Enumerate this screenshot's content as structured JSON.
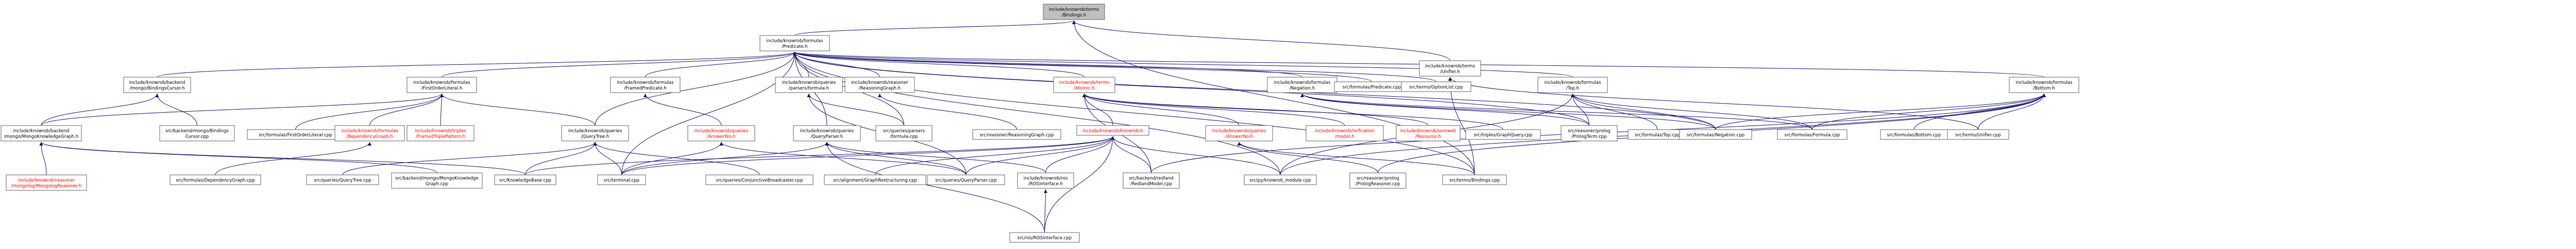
{
  "colors": {
    "root_fill": "#bfbfbf",
    "node_fill": "#ffffff",
    "border": "#666666",
    "edge": "#191970",
    "missing_text": "#ff0000",
    "normal_text": "#000000"
  },
  "nodes": [
    {
      "id": "root",
      "lines": [
        "include/knowrob/terms",
        "/Bindings.h"
      ],
      "style": "root"
    },
    {
      "id": "predicate_h",
      "lines": [
        "include/knowrob/formulas",
        "/Predicate.h"
      ]
    },
    {
      "id": "terms_unifier_h",
      "lines": [
        "include/knowrob/terms",
        "/Unifier.h"
      ]
    },
    {
      "id": "mongo_bindings_cursor_h",
      "lines": [
        "include/knowrob/backend",
        "/mongo/BindingsCursor.h"
      ]
    },
    {
      "id": "first_order_literal_h",
      "lines": [
        "include/knowrob/formulas",
        "/FirstOrderLiteral.h"
      ]
    },
    {
      "id": "framed_predicate_h",
      "lines": [
        "include/knowrob/formulas",
        "/FramedPredicate.h"
      ]
    },
    {
      "id": "parsers_formula_h",
      "lines": [
        "include/knowrob/queries",
        "/parsers/formula.h"
      ]
    },
    {
      "id": "reasoning_graph_h",
      "lines": [
        "include/knowrob/reasoner",
        "/ReasoningGraph.h"
      ]
    },
    {
      "id": "terms_atomic_h",
      "lines": [
        "include/knowrob/terms",
        "/Atomic.h"
      ],
      "style": "red"
    },
    {
      "id": "negation_h",
      "lines": [
        "include/knowrob/formulas",
        "/Negation.h"
      ]
    },
    {
      "id": "predicate_cpp",
      "lines": [
        "src/formulas/Predicate.cpp"
      ]
    },
    {
      "id": "option_list_cpp",
      "lines": [
        "src/terms/OptionList.cpp"
      ]
    },
    {
      "id": "top_h",
      "lines": [
        "include/knowrob/formulas",
        "/Top.h"
      ]
    },
    {
      "id": "bottom_h",
      "lines": [
        "include/knowrob/formulas",
        "/Bottom.h"
      ]
    },
    {
      "id": "mongo_knowledge_graph_h",
      "lines": [
        "include/knowrob/backend",
        "/mongo/MongoKnowledgeGraph.h"
      ]
    },
    {
      "id": "mongo_bindings_cursor_cpp",
      "lines": [
        "src/backend/mongo/Bindings",
        "Cursor.cpp"
      ]
    },
    {
      "id": "first_order_literal_cpp",
      "lines": [
        "src/formulas/FirstOrderLiteral.cpp"
      ]
    },
    {
      "id": "dependency_graph_h",
      "lines": [
        "include/knowrob/formulas",
        "/DependencyGraph.h"
      ],
      "style": "red"
    },
    {
      "id": "framed_triple_pattern_h",
      "lines": [
        "include/knowrob/triples",
        "/FramedTriplePattern.h"
      ],
      "style": "red"
    },
    {
      "id": "query_tree_h",
      "lines": [
        "include/knowrob/queries",
        "/QueryTree.h"
      ]
    },
    {
      "id": "answer_yes_h",
      "lines": [
        "include/knowrob/queries",
        "/AnswerYes.h"
      ],
      "style": "red"
    },
    {
      "id": "query_parser_h",
      "lines": [
        "include/knowrob/queries",
        "/QueryParser.h"
      ]
    },
    {
      "id": "queries_formula_cpp",
      "lines": [
        "src/queries/parsers",
        "/formula.cpp"
      ]
    },
    {
      "id": "reasoning_graph_cpp",
      "lines": [
        "src/reasoner/ReasoningGraph.cpp"
      ]
    },
    {
      "id": "knowrob_h",
      "lines": [
        "include/knowrob/knowrob.h"
      ],
      "style": "red"
    },
    {
      "id": "answer_no_h",
      "lines": [
        "include/knowrob/queries",
        "/AnswerNo.h"
      ],
      "style": "red"
    },
    {
      "id": "modification_model_h",
      "lines": [
        "include/knowrob/reification",
        "/model.h"
      ],
      "style": "red"
    },
    {
      "id": "semweb_resource_h",
      "lines": [
        "include/knowrob/semweb",
        "/Resource.h"
      ],
      "style": "red"
    },
    {
      "id": "graph_query_cpp",
      "lines": [
        "src/triples/GraphQuery.cpp"
      ]
    },
    {
      "id": "prolog_term_cpp",
      "lines": [
        "src/reasoner/prolog",
        "/PrologTerm.cpp"
      ]
    },
    {
      "id": "top_cpp",
      "lines": [
        "src/formulas/Top.cpp"
      ]
    },
    {
      "id": "negation_cpp",
      "lines": [
        "src/formulas/Negation.cpp"
      ]
    },
    {
      "id": "formula_cpp",
      "lines": [
        "src/formulas/Formula.cpp"
      ]
    },
    {
      "id": "bottom_cpp",
      "lines": [
        "src/formulas/Bottom.cpp"
      ]
    },
    {
      "id": "unifier_cpp",
      "lines": [
        "src/terms/Unifier.cpp"
      ]
    },
    {
      "id": "mongolog_reasoner_h",
      "lines": [
        "include/knowrob/reasoner",
        "/mongolog/MongologReasoner.h"
      ],
      "style": "red"
    },
    {
      "id": "dependency_graph_cpp",
      "lines": [
        "src/formulas/DependencyGraph.cpp"
      ]
    },
    {
      "id": "query_tree_cpp",
      "lines": [
        "src/queries/QueryTree.cpp"
      ]
    },
    {
      "id": "mongo_knowledge_graph_cpp",
      "lines": [
        "src/backend/mongo/MongoKnowledge",
        "Graph.cpp"
      ]
    },
    {
      "id": "knowledge_base_cpp",
      "lines": [
        "src/KnowledgeBase.cpp"
      ]
    },
    {
      "id": "terminal_cpp",
      "lines": [
        "src/terminal.cpp"
      ]
    },
    {
      "id": "conjunctive_broadcaster_cpp",
      "lines": [
        "src/queries/ConjunctiveBroadcaster.cpp"
      ]
    },
    {
      "id": "graph_restructuring_cpp",
      "lines": [
        "src/alignment/GraphRestructuring.cpp"
      ]
    },
    {
      "id": "query_parser_cpp",
      "lines": [
        "src/queries/QueryParser.cpp"
      ]
    },
    {
      "id": "ros_interface_h",
      "lines": [
        "include/knowrob/ros",
        "/ROSInterface.h"
      ]
    },
    {
      "id": "redland_model_cpp",
      "lines": [
        "src/backend/redland",
        "/RedlandModel.cpp"
      ]
    },
    {
      "id": "knowrob_module_cpp",
      "lines": [
        "src/py/knowrob_module.cpp"
      ]
    },
    {
      "id": "prolog_reasoner_cpp",
      "lines": [
        "src/reasoner/prolog",
        "/PrologReasoner.cpp"
      ]
    },
    {
      "id": "bindings_cpp",
      "lines": [
        "src/terms/Bindings.cpp"
      ]
    },
    {
      "id": "ros_interface_cpp",
      "lines": [
        "src/ros/ROSInterface.cpp"
      ]
    }
  ],
  "edges": [
    [
      "predicate_h",
      "root"
    ],
    [
      "terms_unifier_h",
      "root"
    ],
    [
      "bindings_cpp",
      "root"
    ],
    [
      "mongo_bindings_cursor_h",
      "predicate_h"
    ],
    [
      "first_order_literal_h",
      "predicate_h"
    ],
    [
      "framed_predicate_h",
      "predicate_h"
    ],
    [
      "parsers_formula_h",
      "predicate_h"
    ],
    [
      "reasoning_graph_h",
      "predicate_h"
    ],
    [
      "terms_atomic_h",
      "predicate_h"
    ],
    [
      "negation_h",
      "predicate_h"
    ],
    [
      "predicate_cpp",
      "predicate_h"
    ],
    [
      "option_list_cpp",
      "predicate_h"
    ],
    [
      "top_h",
      "predicate_h"
    ],
    [
      "bottom_h",
      "predicate_h"
    ],
    [
      "query_tree_h",
      "predicate_h"
    ],
    [
      "query_parser_h",
      "predicate_h"
    ],
    [
      "terminal_cpp",
      "predicate_h"
    ],
    [
      "queries_formula_cpp",
      "predicate_h"
    ],
    [
      "prolog_term_cpp",
      "predicate_h"
    ],
    [
      "negation_cpp",
      "predicate_h"
    ],
    [
      "bindings_cpp",
      "predicate_h"
    ],
    [
      "knowrob_module_cpp",
      "predicate_h"
    ],
    [
      "unifier_cpp",
      "terms_unifier_h"
    ],
    [
      "bindings_cpp",
      "terms_unifier_h"
    ],
    [
      "mongo_knowledge_graph_h",
      "mongo_bindings_cursor_h"
    ],
    [
      "mongo_bindings_cursor_cpp",
      "mongo_bindings_cursor_h"
    ],
    [
      "mongo_knowledge_graph_h",
      "first_order_literal_h"
    ],
    [
      "first_order_literal_cpp",
      "first_order_literal_h"
    ],
    [
      "dependency_graph_h",
      "first_order_literal_h"
    ],
    [
      "framed_triple_pattern_h",
      "first_order_literal_h"
    ],
    [
      "query_tree_h",
      "first_order_literal_h"
    ],
    [
      "answer_yes_h",
      "framed_predicate_h"
    ],
    [
      "queries_formula_cpp",
      "parsers_formula_h"
    ],
    [
      "query_parser_cpp",
      "parsers_formula_h"
    ],
    [
      "reasoning_graph_cpp",
      "reasoning_graph_h"
    ],
    [
      "knowrob_h",
      "terms_atomic_h"
    ],
    [
      "answer_no_h",
      "terms_atomic_h"
    ],
    [
      "modification_model_h",
      "terms_atomic_h"
    ],
    [
      "semweb_resource_h",
      "terms_atomic_h"
    ],
    [
      "graph_query_cpp",
      "terms_atomic_h"
    ],
    [
      "redland_model_cpp",
      "terms_atomic_h"
    ],
    [
      "prolog_term_cpp",
      "negation_h"
    ],
    [
      "negation_cpp",
      "negation_h"
    ],
    [
      "formula_cpp",
      "negation_h"
    ],
    [
      "top_cpp",
      "top_h"
    ],
    [
      "prolog_term_cpp",
      "top_h"
    ],
    [
      "negation_cpp",
      "top_h"
    ],
    [
      "formula_cpp",
      "top_h"
    ],
    [
      "knowrob_module_cpp",
      "top_h"
    ],
    [
      "bottom_cpp",
      "bottom_h"
    ],
    [
      "negation_cpp",
      "bottom_h"
    ],
    [
      "formula_cpp",
      "bottom_h"
    ],
    [
      "unifier_cpp",
      "bottom_h"
    ],
    [
      "prolog_reasoner_cpp",
      "bottom_h"
    ],
    [
      "knowrob_module_cpp",
      "bottom_h"
    ],
    [
      "redland_model_cpp",
      "bottom_h"
    ],
    [
      "mongolog_reasoner_h",
      "mongo_knowledge_graph_h"
    ],
    [
      "mongo_knowledge_graph_cpp",
      "mongo_knowledge_graph_h"
    ],
    [
      "knowledge_base_cpp",
      "mongo_knowledge_graph_h"
    ],
    [
      "dependency_graph_cpp",
      "dependency_graph_h"
    ],
    [
      "query_tree_cpp",
      "query_tree_h"
    ],
    [
      "knowledge_base_cpp",
      "query_tree_h"
    ],
    [
      "terminal_cpp",
      "query_tree_h"
    ],
    [
      "conjunctive_broadcaster_cpp",
      "query_tree_h"
    ],
    [
      "terminal_cpp",
      "answer_yes_h"
    ],
    [
      "query_parser_cpp",
      "answer_yes_h"
    ],
    [
      "terminal_cpp",
      "query_parser_h"
    ],
    [
      "query_parser_cpp",
      "query_parser_h"
    ],
    [
      "ros_interface_h",
      "query_parser_h"
    ],
    [
      "ros_interface_cpp",
      "query_parser_h"
    ],
    [
      "graph_restructuring_cpp",
      "knowrob_h"
    ],
    [
      "query_parser_cpp",
      "knowrob_h"
    ],
    [
      "ros_interface_h",
      "knowrob_h"
    ],
    [
      "redland_model_cpp",
      "knowrob_h"
    ],
    [
      "knowrob_module_cpp",
      "knowrob_h"
    ],
    [
      "terminal_cpp",
      "knowrob_h"
    ],
    [
      "knowledge_base_cpp",
      "knowrob_h"
    ],
    [
      "ros_interface_cpp",
      "knowrob_h"
    ],
    [
      "prolog_reasoner_cpp",
      "answer_no_h"
    ],
    [
      "bindings_cpp",
      "answer_no_h"
    ],
    [
      "ros_interface_cpp",
      "ros_interface_h"
    ]
  ]
}
